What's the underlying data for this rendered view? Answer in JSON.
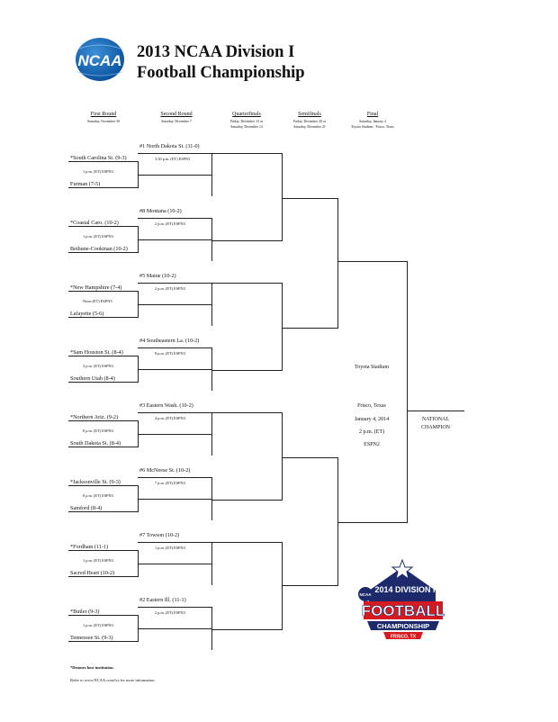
{
  "header": {
    "logo_text": "NCAA",
    "title_line1": "2013 NCAA Division I",
    "title_line2": "Football Championship"
  },
  "rounds": [
    {
      "name": "First Round",
      "date": "Saturday, November 30"
    },
    {
      "name": "Second Round",
      "date": "Saturday, December 7"
    },
    {
      "name": "Quarterfinals",
      "date": "Friday, December 13 or",
      "date2": "Saturday, December 14"
    },
    {
      "name": "Semifinals",
      "date": "Friday, December 20 or",
      "date2": "Saturday, December 21"
    },
    {
      "name": "Final",
      "date": "Saturday, January 4",
      "date2": "Toyota Stadium · Frisco, Texas"
    }
  ],
  "groups": [
    {
      "seed": "#1 North Dakota St. (11-0)",
      "seed_game": "3:30 p.m. (ET) ESPN3",
      "home": "*South Carolina St. (9-3)",
      "game": "1 p.m. (ET) ESPN3",
      "away": "Furman (7-5)"
    },
    {
      "seed": "#8 Montana (10-2)",
      "seed_game": "2 p.m. (ET) ESPN3",
      "home": "*Coastal Caro. (10-2)",
      "game": "1 p.m. (ET) ESPN3",
      "away": "Bethune-Cookman (10-2)"
    },
    {
      "seed": "#5 Maine (10-2)",
      "seed_game": "2 p.m. (ET) ESPN3",
      "home": "*New Hampshire (7-4)",
      "game": "Noon (ET) ESPN3",
      "away": "Lafayette (5-6)"
    },
    {
      "seed": "#4 Southeastern La. (10-2)",
      "seed_game": "8 p.m. (ET) ESPN3",
      "home": "*Sam Houston St. (8-4)",
      "game": "3 p.m. (ET) ESPN3",
      "away": "Southern Utah (8-4)"
    },
    {
      "seed": "#3 Eastern Wash. (10-2)",
      "seed_game": "4 p.m. (ET) ESPN3",
      "home": "*Northern Ariz. (9-2)",
      "game": "8 p.m. (ET) ESPN3",
      "away": "South Dakota St. (8-4)"
    },
    {
      "seed": "#6 McNeese St. (10-2)",
      "seed_game": "7 p.m. (ET) ESPN3",
      "home": "*Jacksonville St. (9-3)",
      "game": "8 p.m. (ET) ESPN3",
      "away": "Samford (8-4)"
    },
    {
      "seed": "#7 Towson (10-2)",
      "seed_game": "1 p.m. (ET) ESPN3",
      "home": "*Fordham (11-1)",
      "game": "1 p.m. (ET) ESPN3",
      "away": "Sacred Heart (10-2)"
    },
    {
      "seed": "#2 Eastern Ill. (11-1)",
      "seed_game": "2 p.m. (ET) ESPN3",
      "home": "*Butler (9-3)",
      "game": "1 p.m. (ET) ESPN3",
      "away": "Tennessee St. (9-3)"
    }
  ],
  "final": {
    "stadium": "Toyota Stadium",
    "city": "Frisco, Texas",
    "date": "January 4, 2014",
    "time": "2 p.m. (ET)",
    "network": "ESPN2"
  },
  "champion": {
    "line1": "NATIONAL",
    "line2": "CHAMPION"
  },
  "champ_logo": {
    "ncaa": "NCAA",
    "year_div": "2014 DIVISION I",
    "football": "FOOTBALL",
    "banner": "CHAMPIONSHIP",
    "city": "FRISCO, TX"
  },
  "footer": {
    "note": "*Denotes host institution.",
    "ref": "Refer to www.NCAA.com/fcs for more information."
  },
  "colors": {
    "ncaa_blue": "#0a64b4",
    "logo_red": "#d71920",
    "logo_navy": "#1c2a6b",
    "line": "#222222"
  }
}
